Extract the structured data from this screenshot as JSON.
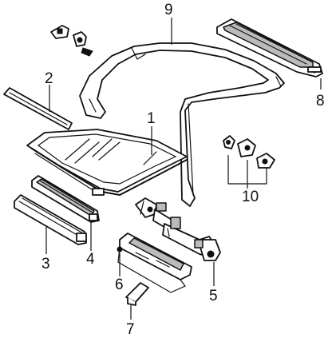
{
  "parts": [
    {
      "id": "callout-1",
      "label": "1"
    },
    {
      "id": "callout-2",
      "label": "2"
    },
    {
      "id": "callout-3",
      "label": "3"
    },
    {
      "id": "callout-4",
      "label": "4"
    },
    {
      "id": "callout-5",
      "label": "5"
    },
    {
      "id": "callout-6",
      "label": "6"
    },
    {
      "id": "callout-7",
      "label": "7"
    },
    {
      "id": "callout-8",
      "label": "8"
    },
    {
      "id": "callout-9",
      "label": "9"
    },
    {
      "id": "callout-10",
      "label": "10"
    }
  ]
}
